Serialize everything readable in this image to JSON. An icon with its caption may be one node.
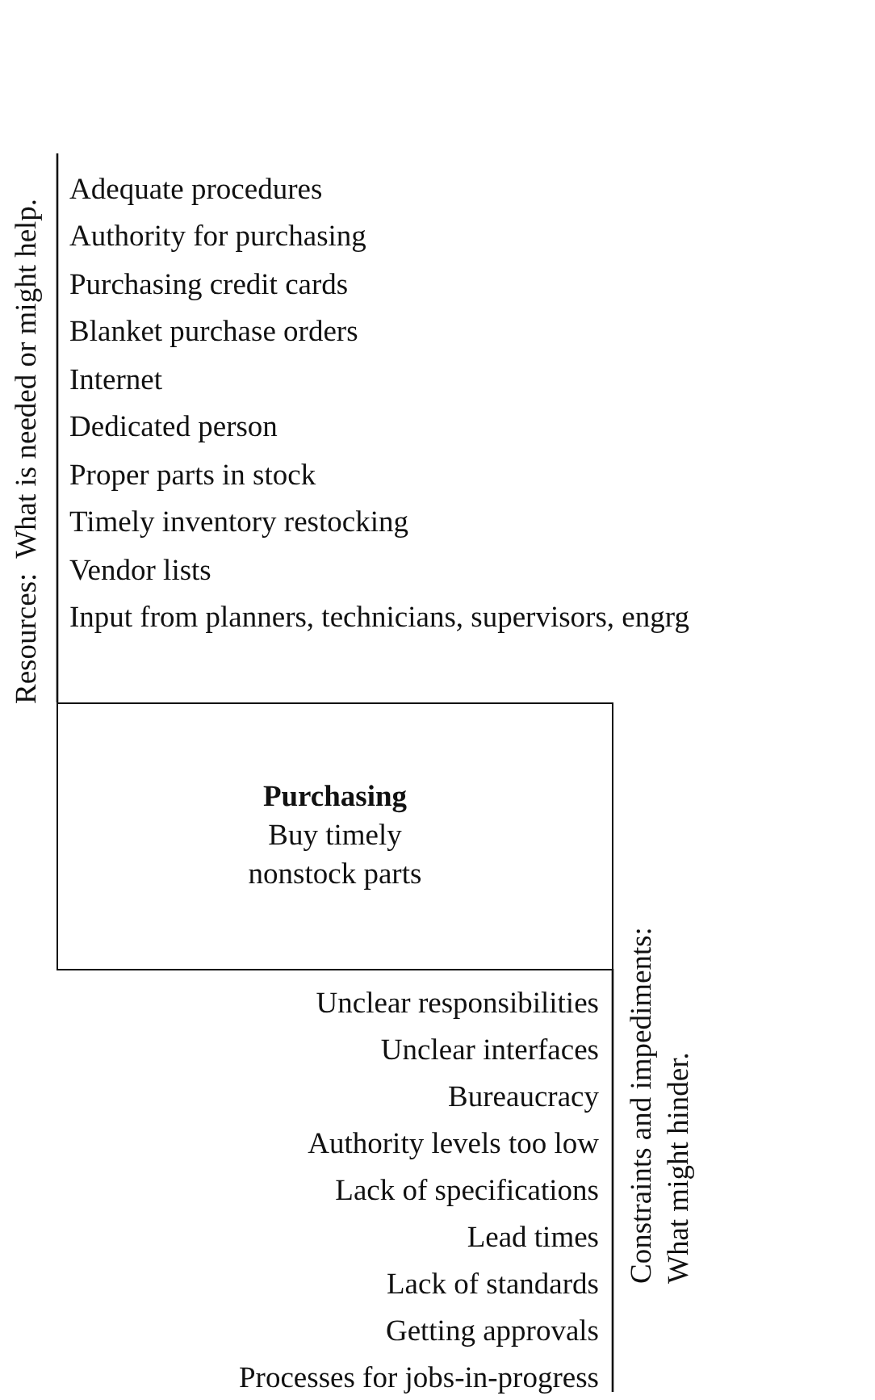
{
  "diagram": {
    "nodes": [
      {
        "text": [
          "Purchasing",
          "Buy timely nonstock parts"
        ]
      }
    ],
    "labels": [
      "Resources:  What is needed or might help.",
      "Adequate procedures",
      "Authority for purchasing",
      "Purchasing credit cards",
      "Blanket purchase orders",
      "Internet",
      "Dedicated person",
      "Proper parts in stock",
      "Timely inventory restocking",
      "Vendor lists",
      "Input from planners, technicians, supervisors, engrg",
      "Constraints and impediments: What might hinder.",
      "Unclear responsibilities",
      "Unclear interfaces",
      "Bureaucracy",
      "Authority levels too low",
      "Lack of specifications",
      "Lead times",
      "Lack of standards",
      "Getting approvals",
      "Processes for jobs-in-progress"
    ]
  }
}
